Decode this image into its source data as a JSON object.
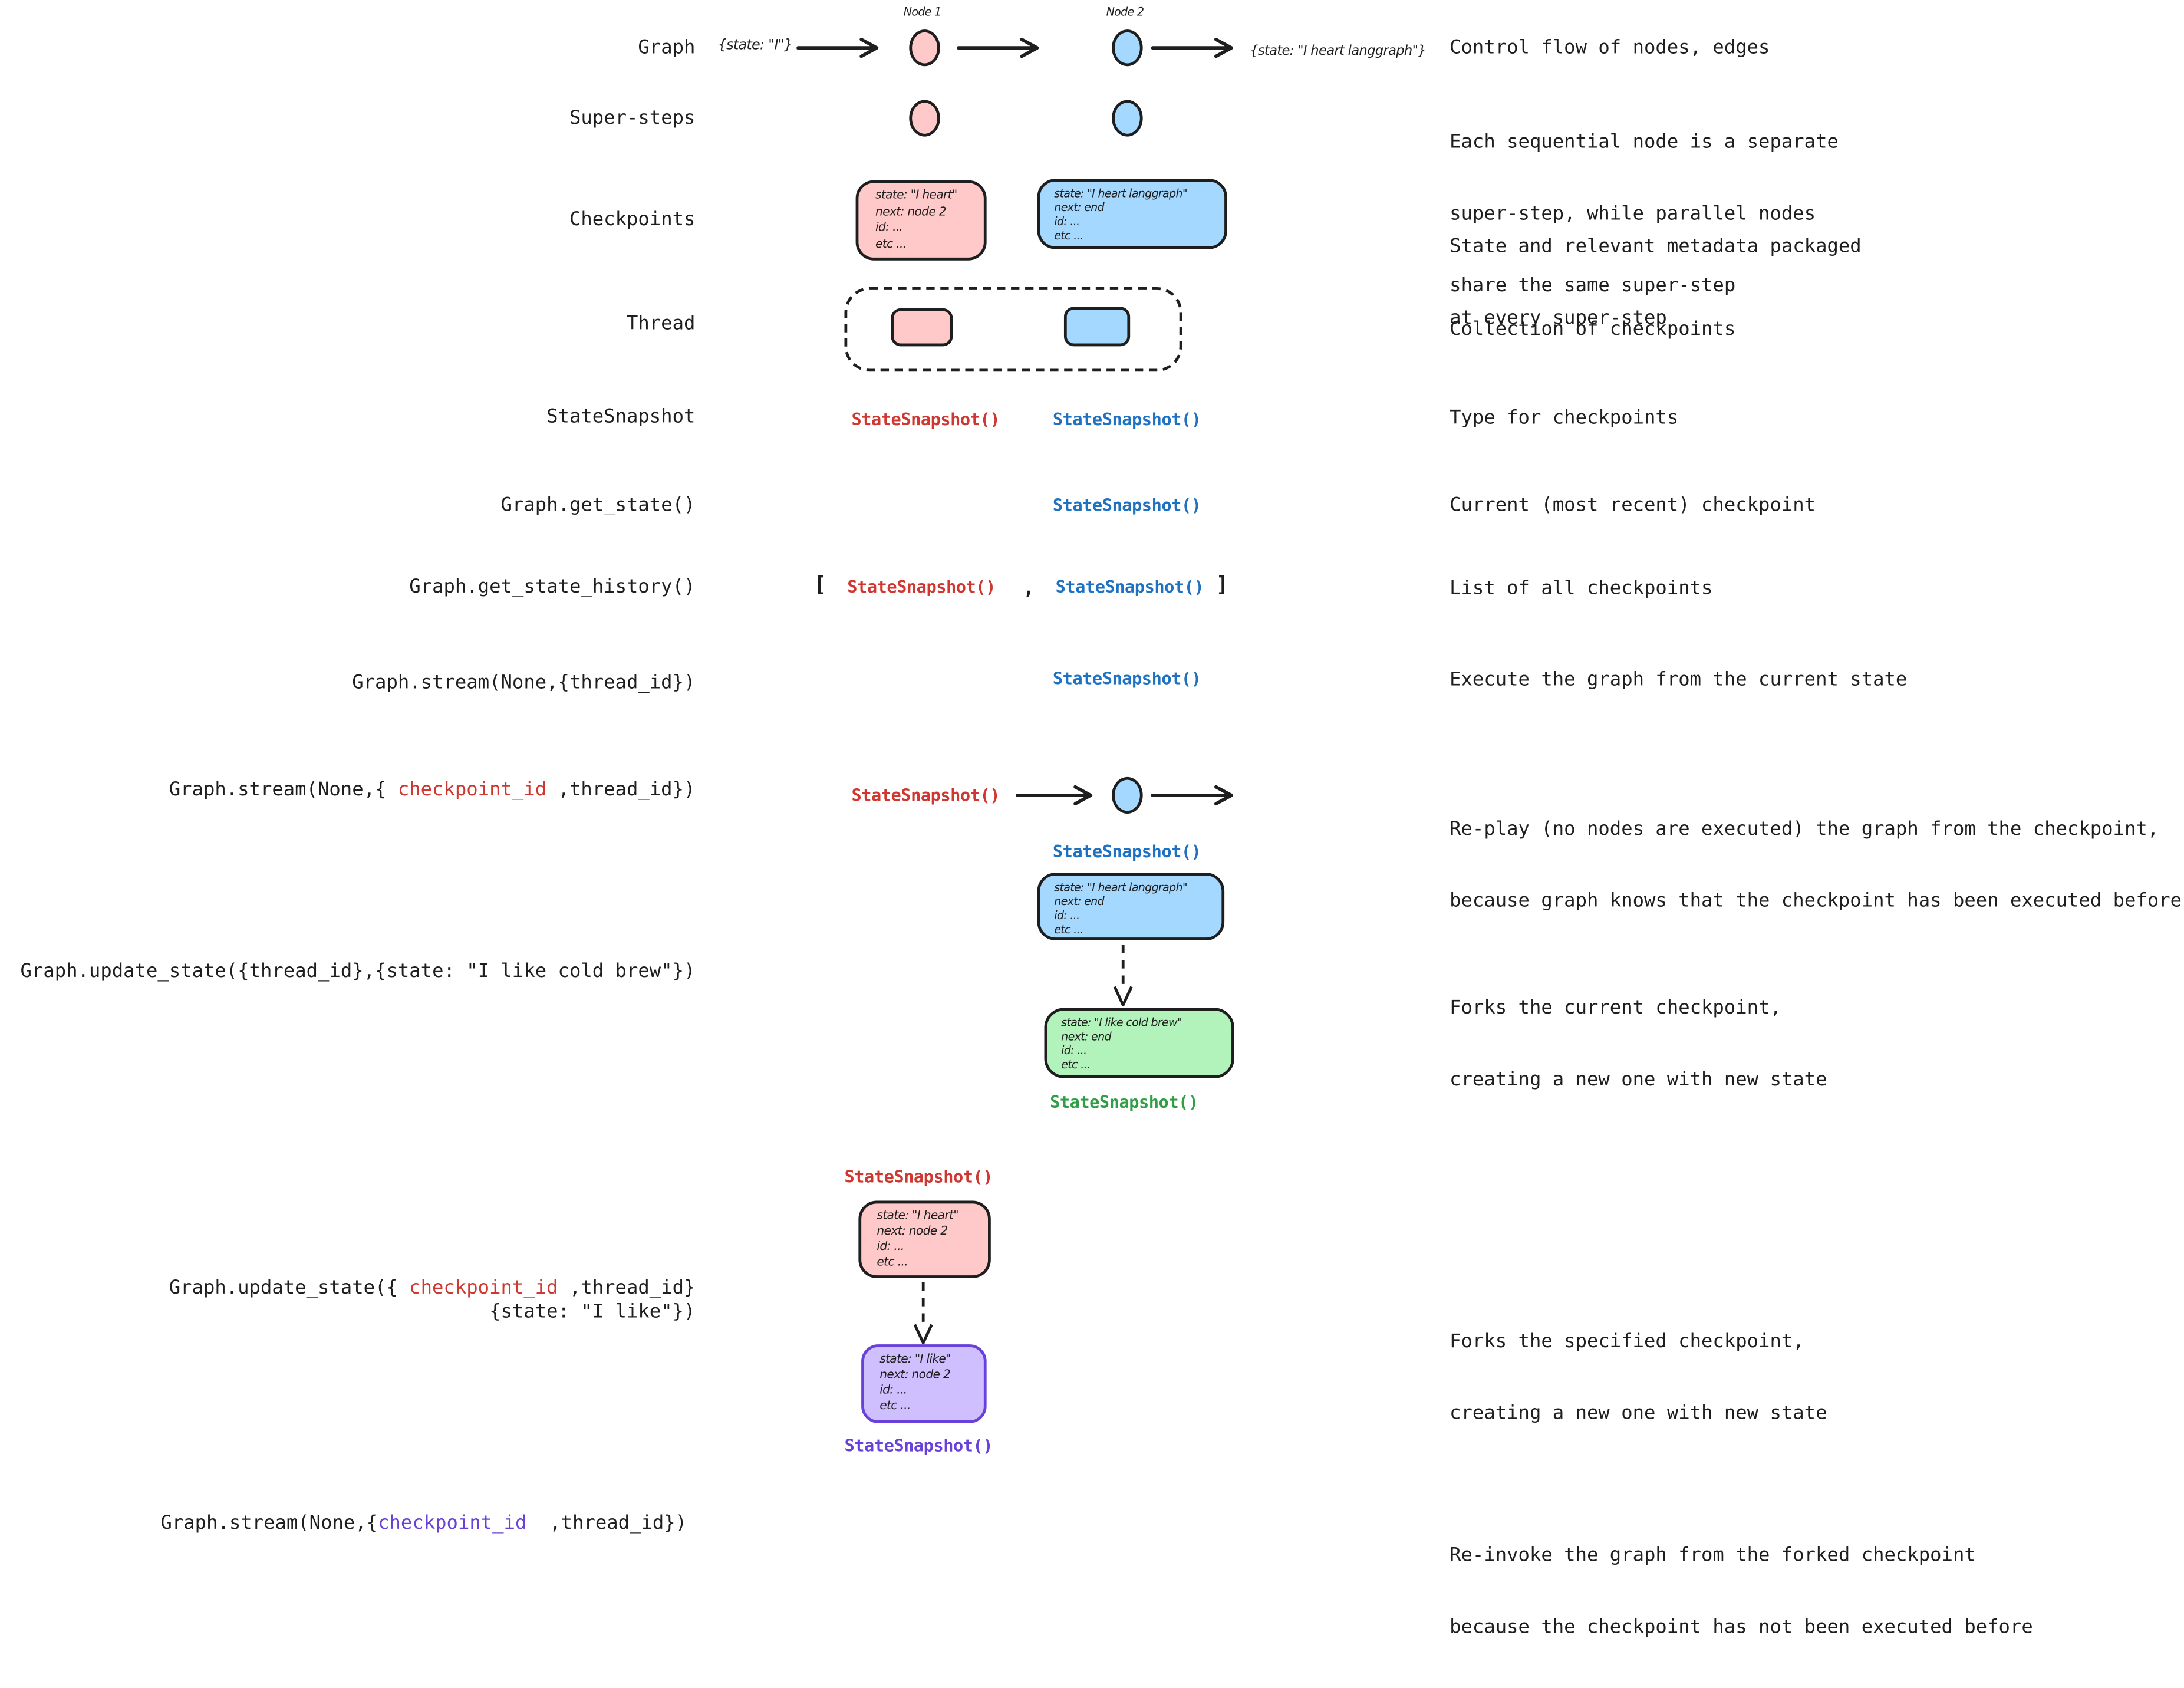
{
  "palette": {
    "ink": "#1e1e1e",
    "pink_fill": "#ffc9c9",
    "blue_fill": "#a5d8ff",
    "green_fill": "#b2f2bb",
    "purple_fill": "#d0bfff",
    "red_text": "#cf3730",
    "blue_text": "#1f72c1",
    "green_text": "#2f9e44",
    "purple_text": "#6741d9"
  },
  "rows": {
    "graph": {
      "label": "Graph",
      "node1": "Node 1",
      "node2": "Node 2",
      "input_state": "{state: \"I\"}",
      "output_state": "{state: \"I heart langgraph\"}",
      "desc": "Control flow of nodes, edges"
    },
    "super_steps": {
      "label": "Super-steps",
      "desc_lines": [
        "Each sequential node is a separate",
        "super-step, while parallel nodes",
        "share the same super-step"
      ]
    },
    "checkpoints": {
      "label": "Checkpoints",
      "pink_box": [
        "state: \"I heart\"",
        "next: node 2",
        "id: ...",
        "etc ..."
      ],
      "blue_box": [
        "state: \"I heart langgraph\"",
        "next: end",
        "id: ...",
        "etc ..."
      ],
      "desc_lines": [
        "State and relevant metadata packaged",
        "at every super-step"
      ]
    },
    "thread": {
      "label": "Thread",
      "desc": "Collection of checkpoints"
    },
    "statesnapshot": {
      "label": "StateSnapshot",
      "red": "StateSnapshot()",
      "blue": "StateSnapshot()",
      "desc": "Type for checkpoints"
    },
    "get_state": {
      "label": "Graph.get_state()",
      "blue": "StateSnapshot()",
      "desc": "Current (most recent) checkpoint"
    },
    "get_state_history": {
      "label": "Graph.get_state_history()",
      "bracket_l": "[",
      "red": "StateSnapshot()",
      "comma": ",",
      "blue": "StateSnapshot()",
      "bracket_r": "]",
      "desc": "List of all checkpoints"
    },
    "stream_thread": {
      "label": "Graph.stream(None,{thread_id})",
      "blue": "StateSnapshot()",
      "desc": "Execute the graph from the current state"
    },
    "stream_checkpoint": {
      "label_prefix": "Graph.stream(None,{ ",
      "label_highlight": "checkpoint_id",
      "label_suffix": " ,thread_id})",
      "red": "StateSnapshot()",
      "desc_lines": [
        "Re-play (no nodes are executed) the graph from the checkpoint,",
        "because graph knows that the checkpoint has been executed before"
      ]
    },
    "update_current": {
      "label": "Graph.update_state({thread_id},{state: \"I like cold brew\"})",
      "blue_heading": "StateSnapshot()",
      "blue_box": [
        "state: \"I heart langgraph\"",
        "next: end",
        "id: ...",
        "etc ..."
      ],
      "green_box": [
        "state: \"I like cold brew\"",
        "next: end",
        "id: ...",
        "etc ..."
      ],
      "green_heading": "StateSnapshot()",
      "desc_lines": [
        "Forks the current checkpoint,",
        "creating a new one with new state"
      ]
    },
    "update_specified": {
      "label_line1_prefix": "Graph.update_state({ ",
      "label_line1_highlight": "checkpoint_id",
      "label_line1_suffix": " ,thread_id}",
      "label_line2": "{state: \"I like\"})",
      "red_heading": "StateSnapshot()",
      "pink_box": [
        "state: \"I heart\"",
        "next: node 2",
        "id: ...",
        "etc ..."
      ],
      "purple_box": [
        "state: \"I like\"",
        "next: node 2",
        "id: ...",
        "etc ..."
      ],
      "purple_heading": "StateSnapshot()",
      "desc_lines": [
        "Forks the specified checkpoint,",
        "creating a new one with new state"
      ]
    },
    "stream_forked": {
      "label_prefix": "Graph.stream(None,{",
      "label_highlight": "checkpoint_id",
      "label_suffix": "  ,thread_id})",
      "desc_lines": [
        "Re-invoke the graph from the forked checkpoint",
        "because the checkpoint has not been executed before"
      ]
    }
  }
}
